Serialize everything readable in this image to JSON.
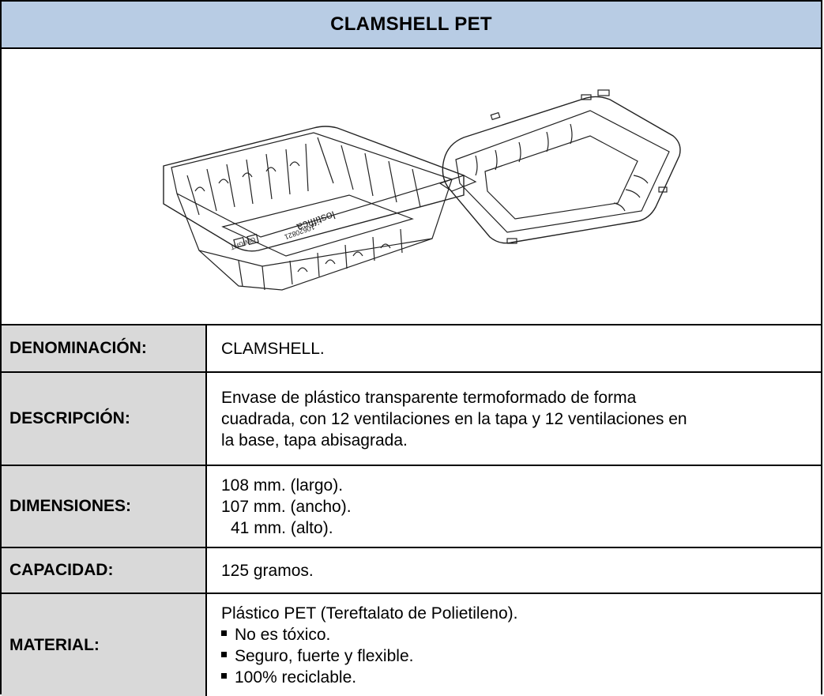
{
  "header": {
    "title": "CLAMSHELL PET"
  },
  "image": {
    "description_icon": "clamshell-container-drawing-icon"
  },
  "rows": {
    "denominacion": {
      "label": "DENOMINACIÓN:",
      "value": "CLAMSHELL."
    },
    "descripcion": {
      "label": "DESCRIPCIÓN:",
      "lines": [
        "Envase de plástico transparente termoformado de forma",
        "cuadrada, con 12 ventilaciones en la tapa y 12 ventilaciones en",
        "la base, tapa abisagrada."
      ]
    },
    "dimensiones": {
      "label": "DIMENSIONES:",
      "lines": [
        "108 mm. (largo).",
        "107 mm. (ancho).",
        "41 mm. (alto)."
      ]
    },
    "capacidad": {
      "label": "CAPACIDAD:",
      "value": "125 gramos."
    },
    "material": {
      "label": "MATERIAL:",
      "intro": "Plástico PET (Tereftalato de Polietileno).",
      "bullets": [
        "No es tóxico.",
        "Seguro, fuerte y flexible.",
        "100% reciclable."
      ]
    }
  }
}
